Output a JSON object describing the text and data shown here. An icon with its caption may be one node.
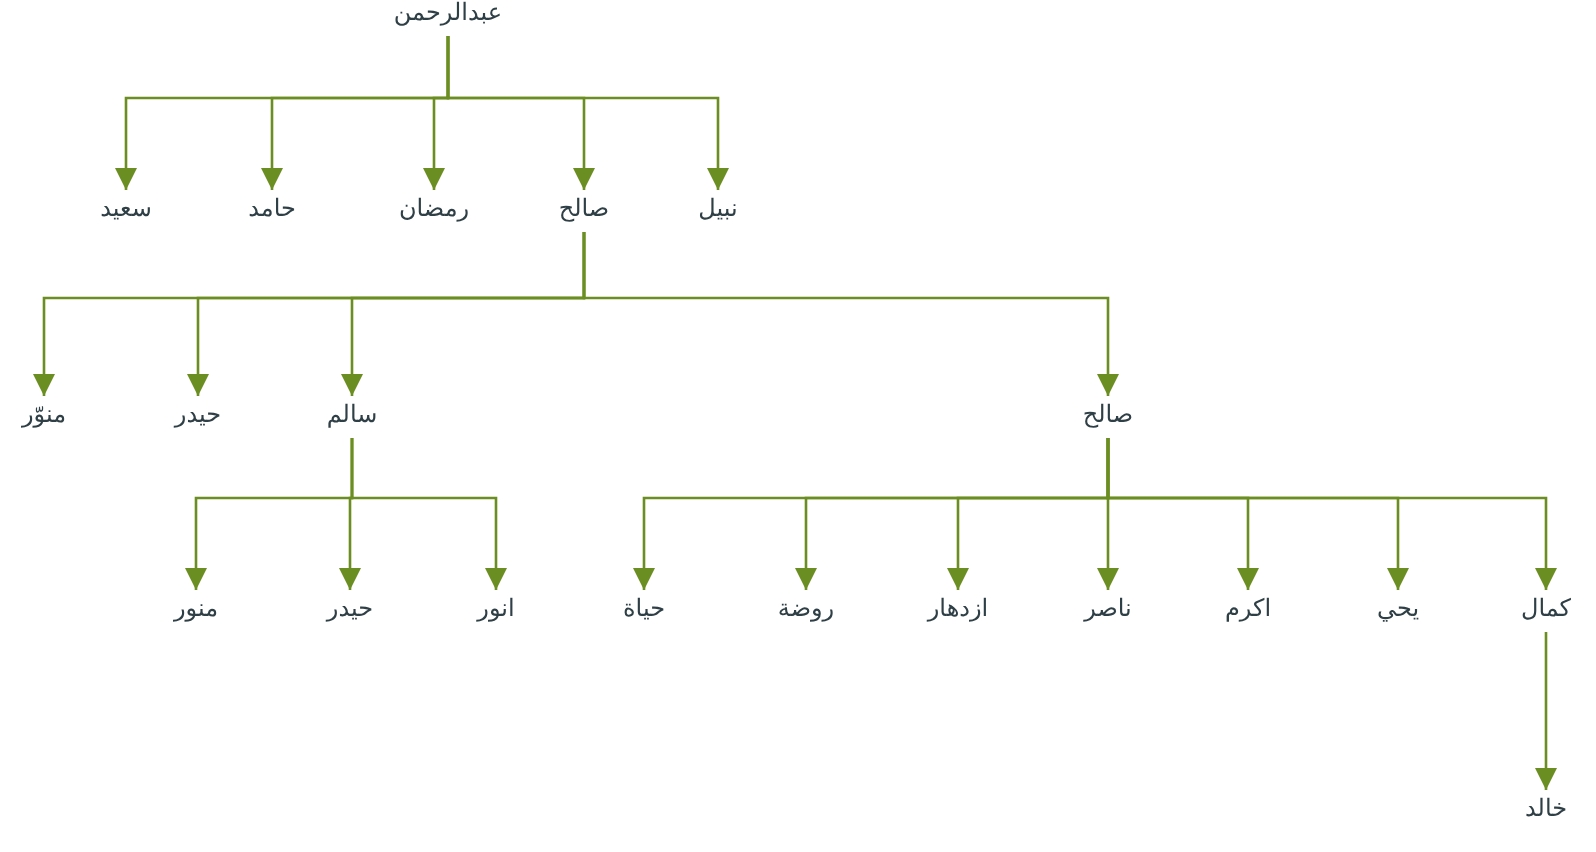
{
  "diagram": {
    "nodes": [
      {
        "text": [
          "عبدالرحمن"
        ]
      },
      {
        "text": [
          "سعيد"
        ]
      },
      {
        "text": [
          "حامد"
        ]
      },
      {
        "text": [
          "رمضان"
        ]
      },
      {
        "text": [
          "صالح"
        ]
      },
      {
        "text": [
          "نبيل"
        ]
      },
      {
        "text": [
          "منوّر"
        ]
      },
      {
        "text": [
          "حيدر"
        ]
      },
      {
        "text": [
          "سالم"
        ]
      },
      {
        "text": [
          "صالح"
        ]
      },
      {
        "text": [
          "منور"
        ]
      },
      {
        "text": [
          "حيدر"
        ]
      },
      {
        "text": [
          "انور"
        ]
      },
      {
        "text": [
          "حياة"
        ]
      },
      {
        "text": [
          "روضة"
        ]
      },
      {
        "text": [
          "ازدهار"
        ]
      },
      {
        "text": [
          "ناصر"
        ]
      },
      {
        "text": [
          "اكرم"
        ]
      },
      {
        "text": [
          "يحي"
        ]
      },
      {
        "text": [
          "كمال"
        ]
      },
      {
        "text": [
          "خالد"
        ]
      }
    ],
    "edges": [
      {
        "from": 0,
        "to": 1,
        "arrow": "to"
      },
      {
        "from": 0,
        "to": 2,
        "arrow": "to"
      },
      {
        "from": 0,
        "to": 3,
        "arrow": "to"
      },
      {
        "from": 0,
        "to": 4,
        "arrow": "to"
      },
      {
        "from": 0,
        "to": 5,
        "arrow": "to"
      },
      {
        "from": 4,
        "to": 6,
        "arrow": "to"
      },
      {
        "from": 4,
        "to": 7,
        "arrow": "to"
      },
      {
        "from": 4,
        "to": 8,
        "arrow": "to"
      },
      {
        "from": 4,
        "to": 9,
        "arrow": "to"
      },
      {
        "from": 8,
        "to": 10,
        "arrow": "to"
      },
      {
        "from": 8,
        "to": 11,
        "arrow": "to"
      },
      {
        "from": 8,
        "to": 12,
        "arrow": "to"
      },
      {
        "from": 9,
        "to": 13,
        "arrow": "to"
      },
      {
        "from": 9,
        "to": 14,
        "arrow": "to"
      },
      {
        "from": 9,
        "to": 15,
        "arrow": "to"
      },
      {
        "from": 9,
        "to": 16,
        "arrow": "to"
      },
      {
        "from": 9,
        "to": 17,
        "arrow": "to"
      },
      {
        "from": 9,
        "to": 18,
        "arrow": "to"
      },
      {
        "from": 9,
        "to": 19,
        "arrow": "to"
      },
      {
        "from": 19,
        "to": 20,
        "arrow": "to"
      }
    ]
  }
}
